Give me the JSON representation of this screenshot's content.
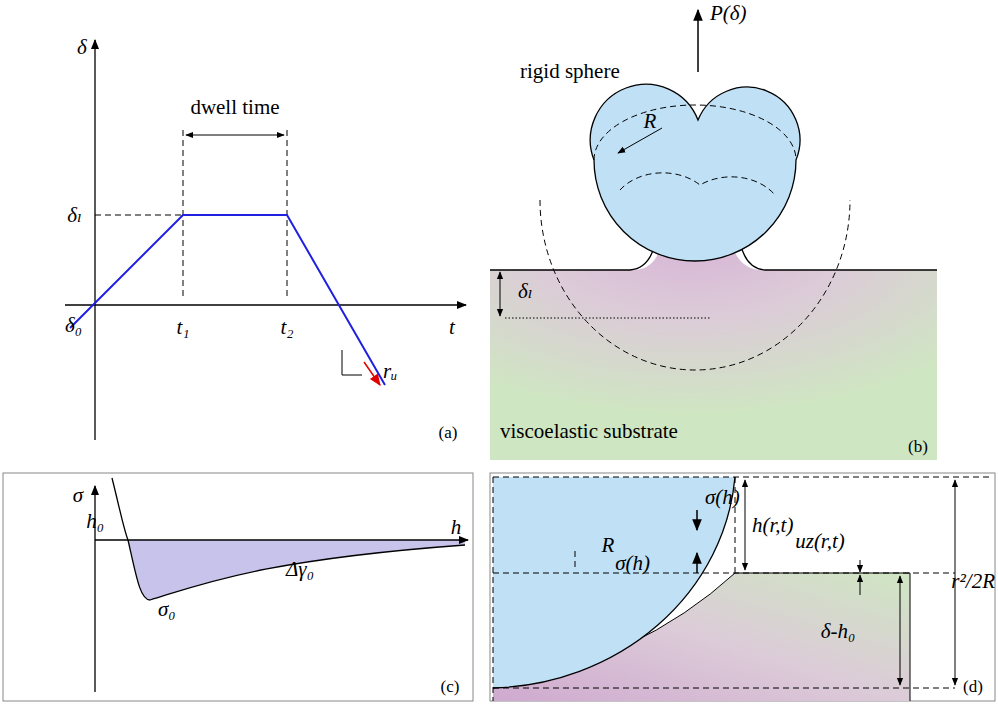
{
  "diagram": {
    "labels": [
      "δ",
      "dwell time",
      "δₗ",
      "δ₀",
      "t₁",
      "t₂",
      "t",
      "rᵤ",
      "(a)",
      "P(δ)",
      "rigid sphere",
      "R",
      "δₗ",
      "viscoelastic substrate",
      "(b)",
      "σ",
      "h₀",
      "h",
      "Δγ₀",
      "σ₀",
      "(c)",
      "σ(h)",
      "R",
      "h(r,t)",
      "σ(h)",
      "uz(r,t)",
      "δ-h₀",
      "r²/2R",
      "(d)"
    ]
  }
}
